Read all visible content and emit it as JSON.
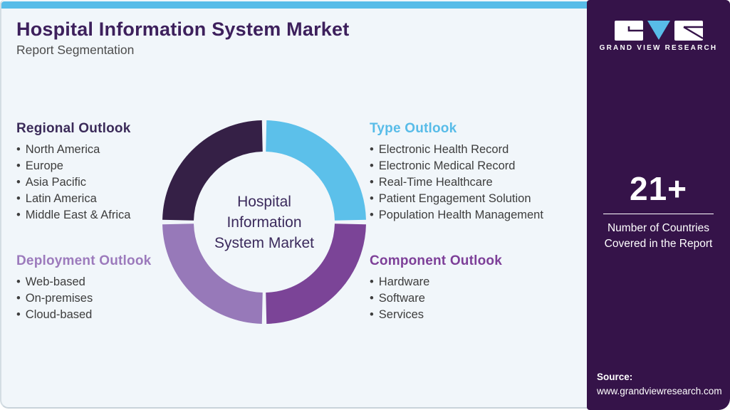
{
  "header": {
    "title": "Hospital Information System Market",
    "subtitle": "Report Segmentation"
  },
  "sections": [
    {
      "title": "Regional Outlook",
      "color": "#3b2b59",
      "items": [
        "North America",
        "Europe",
        "Asia Pacific",
        "Latin America",
        "Middle East & Africa"
      ]
    },
    {
      "title": "Type Outlook",
      "color": "#58bce8",
      "items": [
        "Electronic Health Record",
        "Electronic Medical Record",
        "Real-Time Healthcare",
        "Patient Engagement Solution",
        "Population Health Management"
      ]
    },
    {
      "title": "Deployment Outlook",
      "color": "#9c7abc",
      "items": [
        "Web-based",
        "On-premises",
        "Cloud-based"
      ]
    },
    {
      "title": "Component Outlook",
      "color": "#7d3f98",
      "items": [
        "Hardware",
        "Software",
        "Services"
      ]
    }
  ],
  "chart_data": {
    "type": "pie",
    "subtype": "donut",
    "title": "Hospital Information System Market segmentation",
    "center_label": [
      "Hospital",
      "Information",
      "System Market"
    ],
    "legend_position": "around",
    "segments": [
      {
        "label": "Type Outlook",
        "value": 25,
        "color": "#5cc0ea",
        "start_deg": 1.3,
        "end_deg": 88.7
      },
      {
        "label": "Regional Outlook",
        "value": 25,
        "color": "#352046",
        "start_deg": 91.3,
        "end_deg": 178.7
      },
      {
        "label": "Deployment Outlook",
        "value": 25,
        "color": "#9779b9",
        "start_deg": 181.3,
        "end_deg": 268.7
      },
      {
        "label": "Component Outlook",
        "value": 25,
        "color": "#7b4497",
        "start_deg": 271.3,
        "end_deg": 358.7
      }
    ]
  },
  "sidebar": {
    "brand_name": "GRAND VIEW RESEARCH",
    "stat_value": "21+",
    "stat_label_line1": "Number of Countries",
    "stat_label_line2": "Covered in the Report",
    "source_label": "Source:",
    "source_url": "www.grandviewresearch.com"
  },
  "colors": {
    "accent_blue": "#58bce8",
    "sidebar_bg": "#351349",
    "content_bg": "#f1f6fa",
    "title": "#3d205c"
  }
}
